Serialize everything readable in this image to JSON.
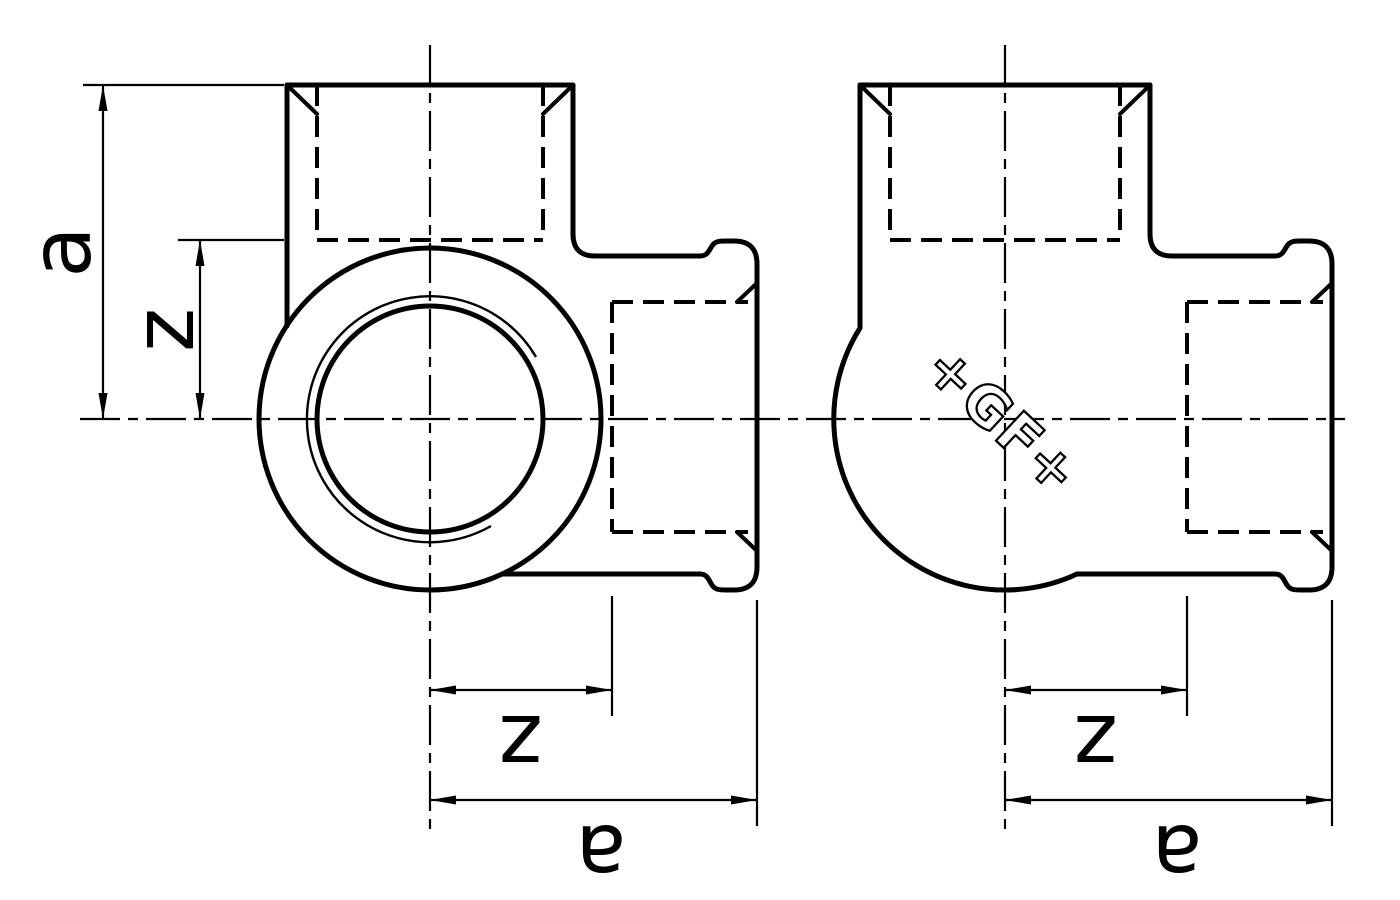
{
  "colors": {
    "line": "#000000",
    "background": "#ffffff"
  },
  "front_view": {
    "dim_a_left": "a",
    "dim_z_left": "z",
    "dim_z_bottom": "z",
    "dim_a_bottom": "a"
  },
  "side_view": {
    "dim_z_bottom": "z",
    "dim_a_bottom": "a",
    "logo_text": "+GF+"
  }
}
